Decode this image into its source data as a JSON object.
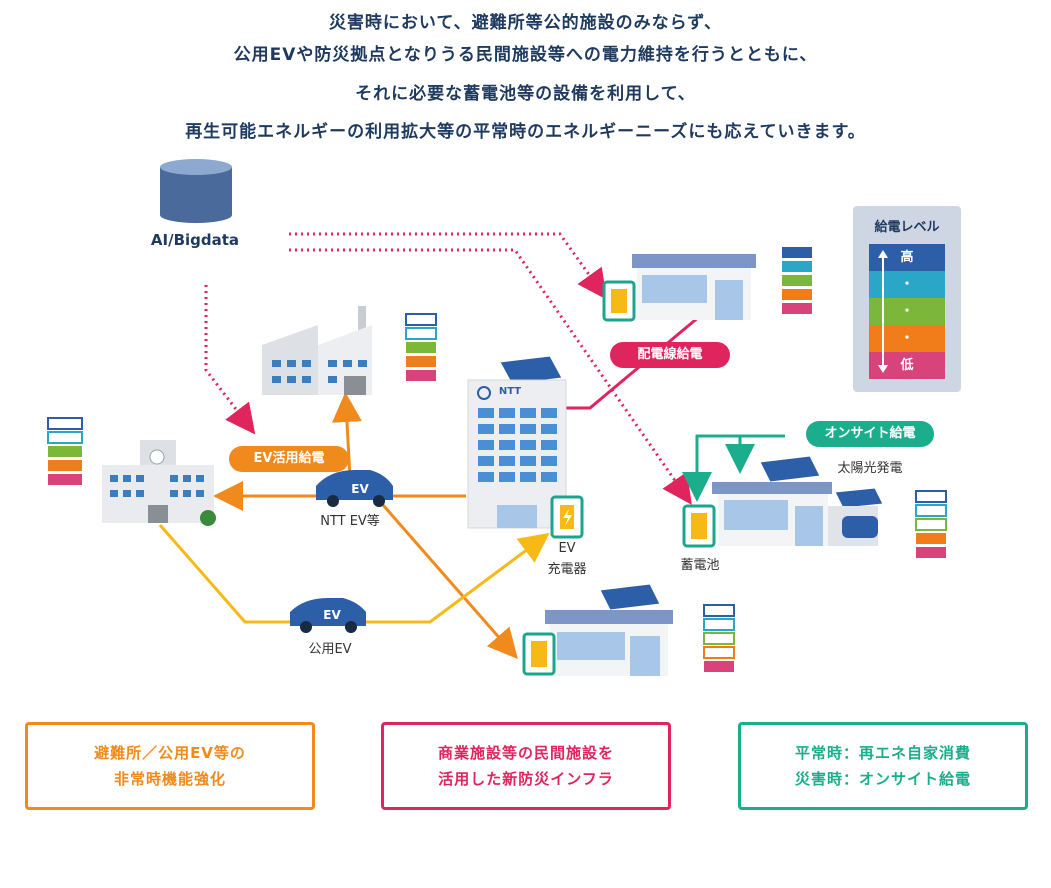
{
  "header": {
    "line1": "災害時において、避難所等公的施設のみならず、",
    "line2": "公用EVや防災拠点となりうる民間施設等への電力維持を行うとともに、",
    "line3": "それに必要な蓄電池等の設備を利用して、",
    "line4": "再生可能エネルギーの利用拡大等の平常時のエネルギーニーズにも応えていきます。"
  },
  "labels": {
    "ai_bigdata": "AI/Bigdata",
    "ntt_ev": "NTT EV等",
    "public_ev": "公用EV",
    "ev_charger_1": "EV",
    "ev_charger_2": "充電器",
    "storage_battery": "蓄電池",
    "solar_power": "太陽光発電",
    "ntt_logo": "NTT",
    "ev_car_text": "EV"
  },
  "pills": {
    "ev_supply": "EV活用給電",
    "grid_supply": "配電線給電",
    "onsite_supply": "オンサイト給電"
  },
  "level_legend": {
    "title": "給電レベル",
    "high": "高",
    "dot": "・",
    "low": "低"
  },
  "boxes": {
    "orange_line1": "避難所／公用EV等の",
    "orange_line2": "非常時機能強化",
    "red_line1": "商業施設等の民間施設を",
    "red_line2": "活用した新防災インフラ",
    "green_line1": "平常時：再エネ自家消費",
    "green_line2": "災害時：オンサイト給電"
  },
  "colors": {
    "navy": "#1f3a5f",
    "ev_orange": "#f08a1c",
    "public_yellow": "#f6b916",
    "grid_red": "#e0245e",
    "onsite_green": "#1aae8c",
    "level_blue": "#2b5ea7",
    "level_cyan": "#2aa7c7",
    "level_green": "#7bb83a",
    "level_orange": "#f07d1a",
    "level_pink": "#d7437a"
  },
  "icons": [
    "database-icon",
    "factory-icon",
    "school-icon",
    "ntt-building-icon",
    "convenience-store-icon",
    "supermarket-icon",
    "house-icon",
    "ev-car-icon",
    "battery-icon",
    "solar-panel-icon",
    "level-meter-icon"
  ]
}
